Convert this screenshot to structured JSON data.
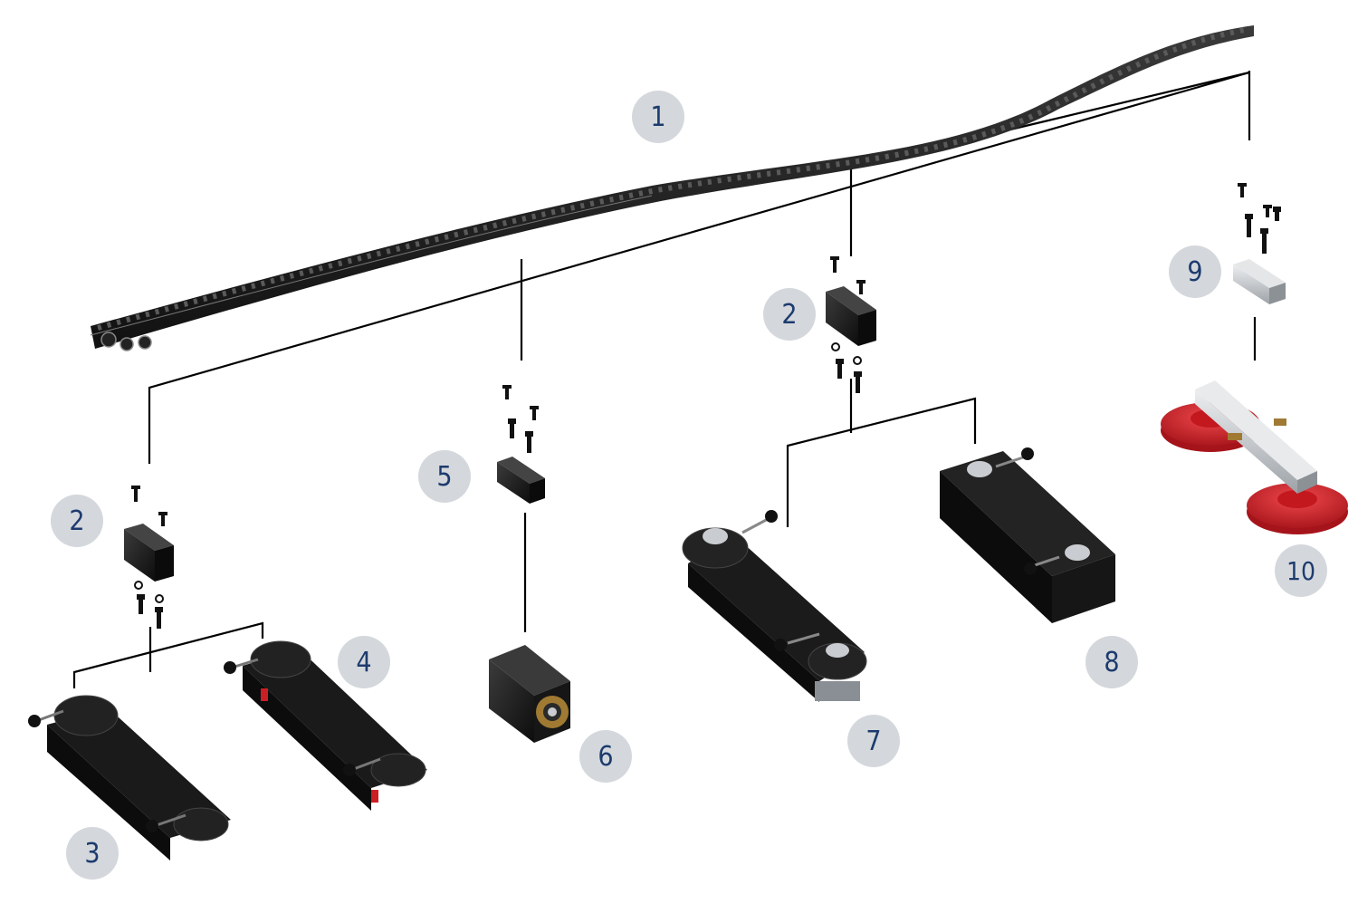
{
  "callouts": {
    "rail": "1",
    "adapter_left": "2",
    "adapter_center": "2",
    "base_3": "3",
    "base_4": "4",
    "adapter_5": "5",
    "block_6": "6",
    "carriage_7": "7",
    "carriage_8": "8",
    "adapter_9": "9",
    "suction_10": "10"
  },
  "colors": {
    "part_dark": "#1c1c1c",
    "leader_line": "#000000",
    "callout_bg": "#d4d8dc",
    "callout_text": "#1d3b6e",
    "suction_red": "#cc1f24",
    "aluminum": "#c9ccd0",
    "brass": "#a07a32"
  }
}
